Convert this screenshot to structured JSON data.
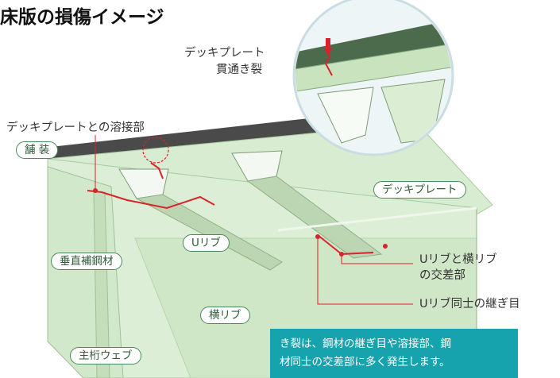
{
  "title": "床版の損傷イメージ",
  "labels": {
    "deck_crack_line1": "デッキプレート",
    "deck_crack_line2": "貫通き裂",
    "weld": "デッキプレートとの溶接部",
    "pavement": "舗 装",
    "deck_plate": "デッキプレート",
    "u_rib": "Uリブ",
    "vertical_stiffener": "垂直補鋼材",
    "cross_rib": "横リブ",
    "main_girder_web": "主桁ウェブ",
    "intersection_line1": "Uリブと横リブ",
    "intersection_line2": "の交差部",
    "joint": "Uリブ同士の継ぎ目"
  },
  "note": {
    "line1": "き裂は、鋼材の継ぎ目や溶接部、鋼",
    "line2": "材同士の交差部に多く発生します。"
  },
  "colors": {
    "structure": "#dcefd6",
    "crack": "#d9232b",
    "note_bg": "#16a3ad",
    "pill_border": "#4c8a5c"
  }
}
